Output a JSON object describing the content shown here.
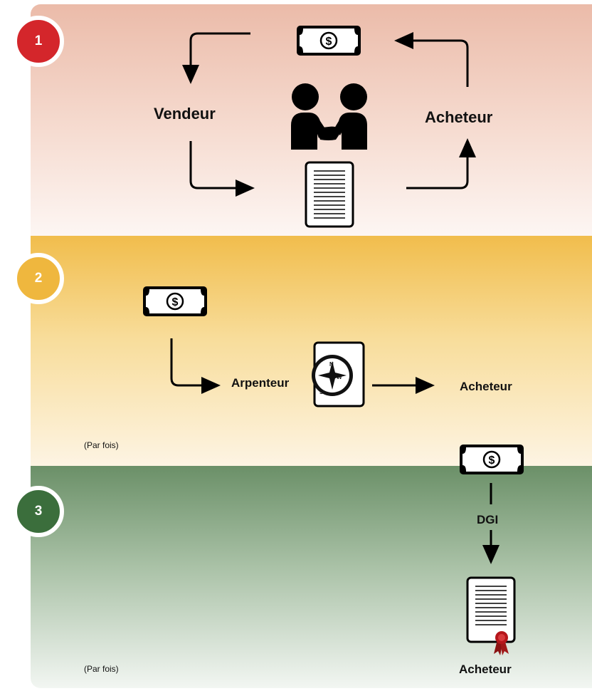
{
  "steps": [
    {
      "number": "1",
      "color": "#d4262b"
    },
    {
      "number": "2",
      "color": "#efb73e"
    },
    {
      "number": "3",
      "color": "#3b6e3c"
    }
  ],
  "step1": {
    "seller": "Vendeur",
    "buyer": "Acheteur"
  },
  "step2": {
    "surveyor": "Arpenteur",
    "buyer": "Acheteur",
    "note": "(Par fois)"
  },
  "step3": {
    "agency": "DGI",
    "buyer": "Acheteur",
    "note": "(Par fois)"
  },
  "icons": {
    "money": "dollar-bill-icon",
    "handshake": "handshake-icon",
    "document": "document-icon",
    "compass": "compass-icon",
    "certificate": "certificate-icon"
  },
  "compass_letters": {
    "n": "N",
    "w": "W",
    "s": "S"
  }
}
